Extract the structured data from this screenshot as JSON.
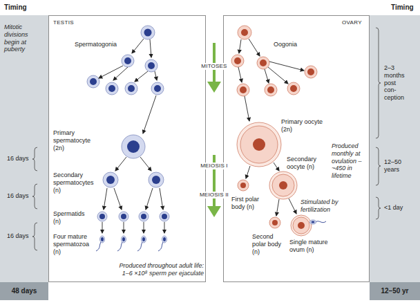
{
  "diagram": {
    "nodes": [
      {
        "text": [
          "Timing",
          "Mitotic divisions begin at puberty",
          "16 days",
          "16 days",
          "16 days"
        ]
      },
      {
        "text": [
          "48 days"
        ],
        "in": 0
      },
      {
        "text": [
          "TESTIS",
          "Spermatogonia",
          "Primary spermatocyte (2n)",
          "Secondary spermatocytes (n)",
          "Spermatids (n)",
          "Four mature spermatozoa (n)",
          "Produced throughout adult life: 1–6 ×10⁸ sperm per ejaculate"
        ]
      },
      {
        "text": [
          "OVARY",
          "Oogonia",
          "Primary oocyte (2n)",
          "Secondary oocyte (n)",
          "Produced monthly at ovulation – ~450 in lifetime",
          "First polar body (n)",
          "Stimulated by fertilization",
          "Second polar body (n)",
          "Single mature ovum (n)"
        ]
      },
      {
        "text": [
          "Timing",
          "2–3 months post con- ception",
          "12–50 years",
          "<1 day"
        ]
      },
      {
        "text": [
          "12–50 yr"
        ],
        "in": 4
      }
    ],
    "labels": [
      "MITOSES",
      "MEIOSIS I",
      "MEIOSIS II"
    ]
  }
}
